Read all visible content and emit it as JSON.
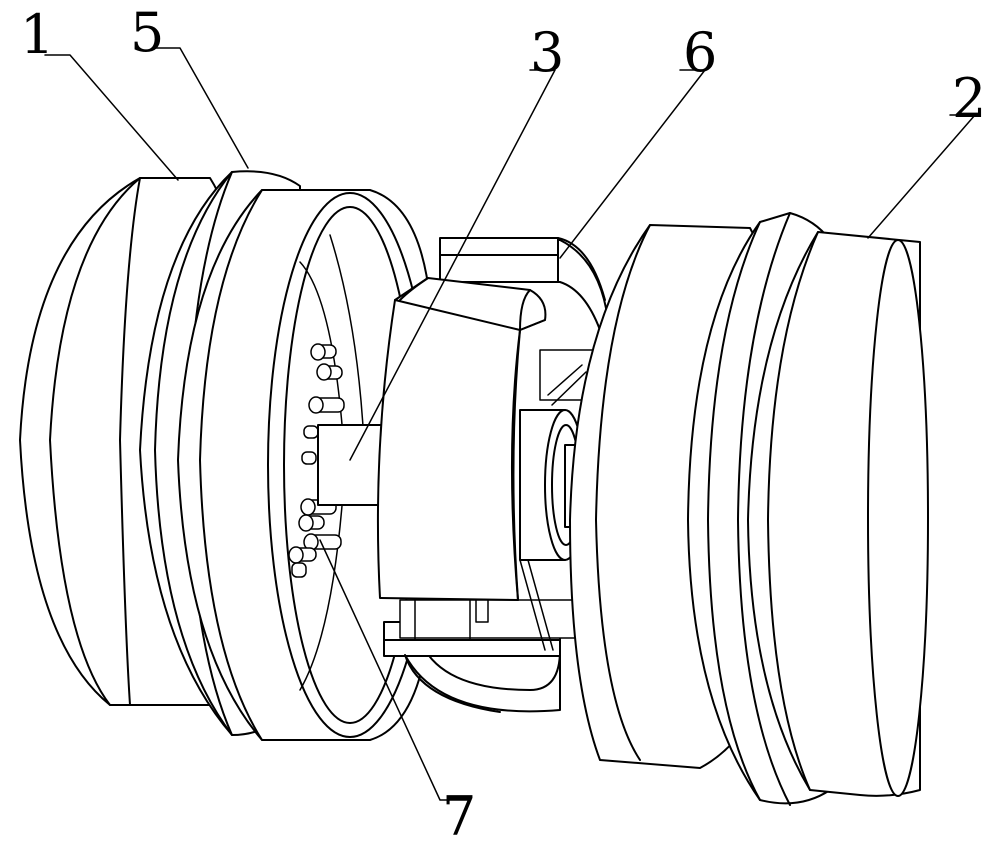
{
  "figure": {
    "callouts": [
      {
        "id": "c1",
        "text": "1"
      },
      {
        "id": "c5",
        "text": "5"
      },
      {
        "id": "c3",
        "text": "3"
      },
      {
        "id": "c6",
        "text": "6"
      },
      {
        "id": "c2",
        "text": "2"
      },
      {
        "id": "c7",
        "text": "7"
      }
    ],
    "parts": [
      {
        "ref": "1",
        "icon": "left-cylinder-body"
      },
      {
        "ref": "5",
        "icon": "left-collar-ring"
      },
      {
        "ref": "3",
        "icon": "center-connector-block"
      },
      {
        "ref": "6",
        "icon": "top-half-sleeve"
      },
      {
        "ref": "2",
        "icon": "right-cylinder-body"
      },
      {
        "ref": "7",
        "icon": "pin-array"
      }
    ],
    "line_color": "#000000",
    "background": "#ffffff"
  }
}
